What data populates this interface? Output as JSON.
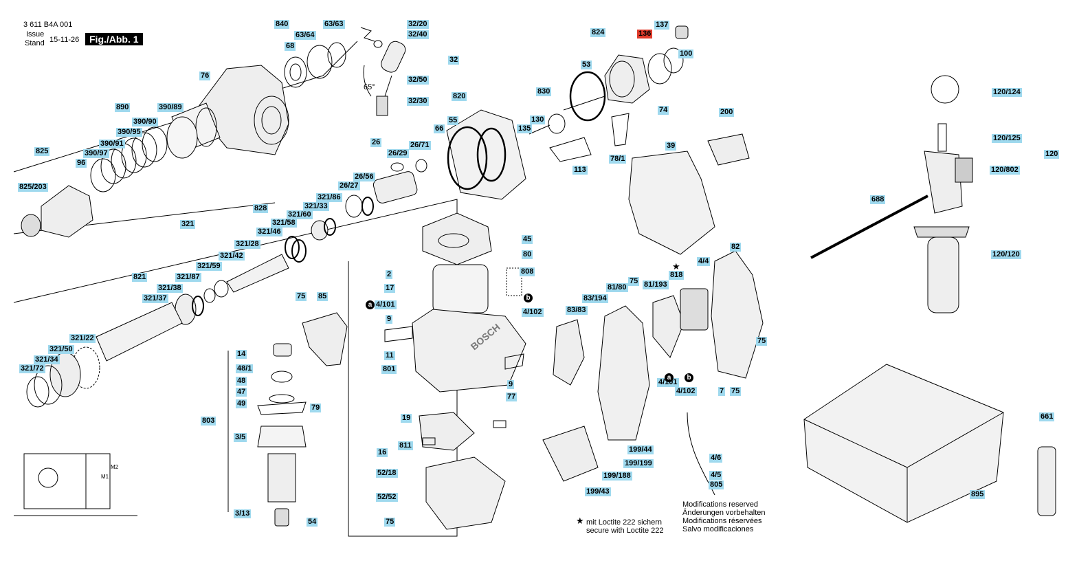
{
  "header": {
    "doc_number": "3 611 B4A 001",
    "issue_label": "Issue",
    "stand_label": "Stand",
    "date": "15-11-26",
    "figure": "Fig./Abb. 1"
  },
  "angle_label": "65°",
  "markers": {
    "a": "a",
    "b": "b",
    "star": "★"
  },
  "labels": [
    {
      "id": "840",
      "t": "840"
    },
    {
      "id": "63_63",
      "t": "63/63"
    },
    {
      "id": "63_64",
      "t": "63/64"
    },
    {
      "id": "68",
      "t": "68"
    },
    {
      "id": "76",
      "t": "76"
    },
    {
      "id": "890",
      "t": "890"
    },
    {
      "id": "390_89",
      "t": "390/89"
    },
    {
      "id": "390_90",
      "t": "390/90"
    },
    {
      "id": "390_95",
      "t": "390/95"
    },
    {
      "id": "390_91",
      "t": "390/91"
    },
    {
      "id": "390_97",
      "t": "390/97"
    },
    {
      "id": "96",
      "t": "96"
    },
    {
      "id": "825",
      "t": "825"
    },
    {
      "id": "825_203",
      "t": "825/203"
    },
    {
      "id": "32_20",
      "t": "32/20"
    },
    {
      "id": "32_40",
      "t": "32/40"
    },
    {
      "id": "32",
      "t": "32"
    },
    {
      "id": "32_50",
      "t": "32/50"
    },
    {
      "id": "32_30",
      "t": "32/30"
    },
    {
      "id": "824",
      "t": "824"
    },
    {
      "id": "136",
      "t": "136",
      "red": true
    },
    {
      "id": "137",
      "t": "137"
    },
    {
      "id": "100",
      "t": "100"
    },
    {
      "id": "53",
      "t": "53"
    },
    {
      "id": "830",
      "t": "830"
    },
    {
      "id": "74",
      "t": "74"
    },
    {
      "id": "130",
      "t": "130"
    },
    {
      "id": "135",
      "t": "135"
    },
    {
      "id": "78_1",
      "t": "78/1"
    },
    {
      "id": "113",
      "t": "113"
    },
    {
      "id": "820",
      "t": "820"
    },
    {
      "id": "55",
      "t": "55"
    },
    {
      "id": "66",
      "t": "66"
    },
    {
      "id": "200",
      "t": "200"
    },
    {
      "id": "39",
      "t": "39"
    },
    {
      "id": "26",
      "t": "26"
    },
    {
      "id": "26_29",
      "t": "26/29"
    },
    {
      "id": "26_71",
      "t": "26/71"
    },
    {
      "id": "26_56",
      "t": "26/56"
    },
    {
      "id": "26_27",
      "t": "26/27"
    },
    {
      "id": "828",
      "t": "828"
    },
    {
      "id": "321_86",
      "t": "321/86"
    },
    {
      "id": "321_33",
      "t": "321/33"
    },
    {
      "id": "321_60",
      "t": "321/60"
    },
    {
      "id": "321_58",
      "t": "321/58"
    },
    {
      "id": "321_46",
      "t": "321/46"
    },
    {
      "id": "321",
      "t": "321"
    },
    {
      "id": "321_28",
      "t": "321/28"
    },
    {
      "id": "321_42",
      "t": "321/42"
    },
    {
      "id": "321_59",
      "t": "321/59"
    },
    {
      "id": "821",
      "t": "821"
    },
    {
      "id": "321_87",
      "t": "321/87"
    },
    {
      "id": "321_38",
      "t": "321/38"
    },
    {
      "id": "321_37",
      "t": "321/37"
    },
    {
      "id": "321_22",
      "t": "321/22"
    },
    {
      "id": "321_50",
      "t": "321/50"
    },
    {
      "id": "321_34",
      "t": "321/34"
    },
    {
      "id": "321_72",
      "t": "321/72"
    },
    {
      "id": "45",
      "t": "45"
    },
    {
      "id": "80",
      "t": "80"
    },
    {
      "id": "808",
      "t": "808"
    },
    {
      "id": "2",
      "t": "2"
    },
    {
      "id": "17",
      "t": "17"
    },
    {
      "id": "4_101a",
      "t": "4/101"
    },
    {
      "id": "4_102a",
      "t": "4/102"
    },
    {
      "id": "9a",
      "t": "9"
    },
    {
      "id": "11",
      "t": "11"
    },
    {
      "id": "801",
      "t": "801"
    },
    {
      "id": "9b",
      "t": "9"
    },
    {
      "id": "77",
      "t": "77"
    },
    {
      "id": "19",
      "t": "19"
    },
    {
      "id": "16",
      "t": "16"
    },
    {
      "id": "811",
      "t": "811"
    },
    {
      "id": "52_18",
      "t": "52/18"
    },
    {
      "id": "52_52",
      "t": "52/52"
    },
    {
      "id": "75a",
      "t": "75"
    },
    {
      "id": "75b",
      "t": "75"
    },
    {
      "id": "85",
      "t": "85"
    },
    {
      "id": "14",
      "t": "14"
    },
    {
      "id": "48_1",
      "t": "48/1"
    },
    {
      "id": "48",
      "t": "48"
    },
    {
      "id": "47",
      "t": "47"
    },
    {
      "id": "49",
      "t": "49"
    },
    {
      "id": "79",
      "t": "79"
    },
    {
      "id": "803",
      "t": "803"
    },
    {
      "id": "3_5",
      "t": "3/5"
    },
    {
      "id": "3_13",
      "t": "3/13"
    },
    {
      "id": "54",
      "t": "54"
    },
    {
      "id": "4_4",
      "t": "4/4"
    },
    {
      "id": "82",
      "t": "82"
    },
    {
      "id": "818",
      "t": "818"
    },
    {
      "id": "75c",
      "t": "75"
    },
    {
      "id": "81_80",
      "t": "81/80"
    },
    {
      "id": "81_193",
      "t": "81/193"
    },
    {
      "id": "83_194",
      "t": "83/194"
    },
    {
      "id": "83_83",
      "t": "83/83"
    },
    {
      "id": "75d",
      "t": "75"
    },
    {
      "id": "4_101b",
      "t": "4/101"
    },
    {
      "id": "4_102b",
      "t": "4/102"
    },
    {
      "id": "7",
      "t": "7"
    },
    {
      "id": "75e",
      "t": "75"
    },
    {
      "id": "4_6",
      "t": "4/6"
    },
    {
      "id": "4_5",
      "t": "4/5"
    },
    {
      "id": "805",
      "t": "805"
    },
    {
      "id": "199_44",
      "t": "199/44"
    },
    {
      "id": "199_199",
      "t": "199/199"
    },
    {
      "id": "199_188",
      "t": "199/188"
    },
    {
      "id": "199_43",
      "t": "199/43"
    },
    {
      "id": "120_124",
      "t": "120/124"
    },
    {
      "id": "120_125",
      "t": "120/125"
    },
    {
      "id": "120",
      "t": "120"
    },
    {
      "id": "120_802",
      "t": "120/802"
    },
    {
      "id": "120_120",
      "t": "120/120"
    },
    {
      "id": "688",
      "t": "688"
    },
    {
      "id": "661",
      "t": "661"
    },
    {
      "id": "895",
      "t": "895"
    }
  ],
  "loctite_note": [
    "mit Loctite 222 sichern",
    "secure with Loctite 222"
  ],
  "modifications_note": [
    "Modifications reserved",
    "Änderungen vorbehalten",
    "Modifications réservées",
    "Salvo modificaciones"
  ],
  "housing_text": "BOSCH",
  "schematic_labels": {
    "m2": "M2",
    "m1": "M1"
  }
}
